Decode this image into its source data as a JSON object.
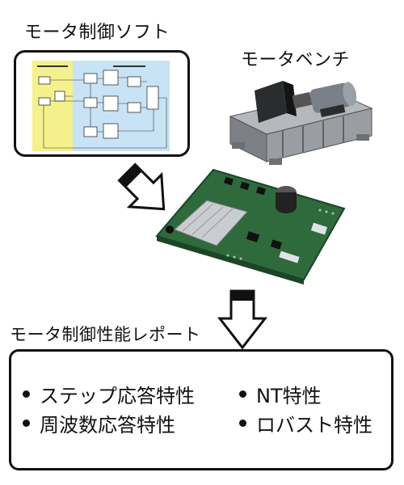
{
  "captions": {
    "software": "モータ制御ソフト",
    "bench": "モータベンチ",
    "report": "モータ制御性能レポート"
  },
  "report_items": {
    "left": [
      "ステップ応答特性",
      "周波数応答特性"
    ],
    "right": [
      "NT特性",
      "ロバスト特性"
    ]
  },
  "colors": {
    "diagram_yellow": "#f4f08c",
    "diagram_blue": "#c7e3f5",
    "pcb_green": "#2e6a3c",
    "bench_gray": "#8c8f94"
  },
  "icons": [
    "software-block-diagram",
    "motor-bench-illustration",
    "control-board-photo",
    "down-arrow"
  ]
}
